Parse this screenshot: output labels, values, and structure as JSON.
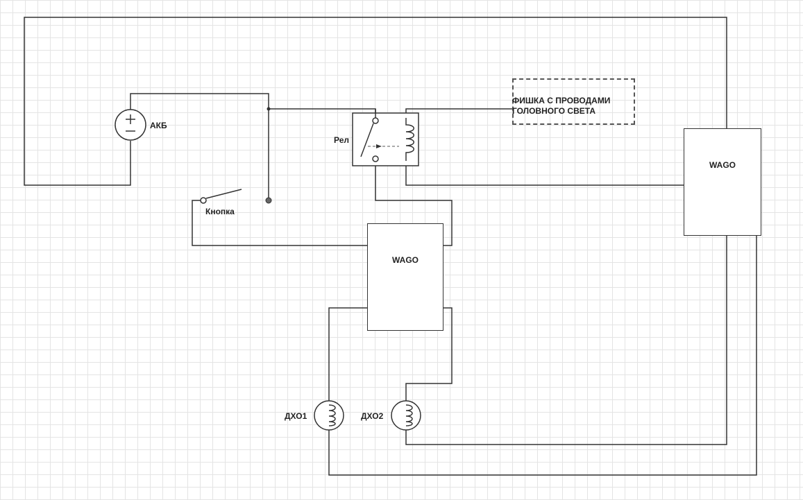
{
  "labels": {
    "battery": "АКБ",
    "button": "Кнопка",
    "relay": "Рел",
    "headlight_connector": "ФИШКА С ПРОВОДАМИ ГОЛОВНОГО СВЕТА",
    "wago_right": "WAGO",
    "wago_center": "WAGO",
    "drl1": "ДХО1",
    "drl2": "ДХО2"
  },
  "colors": {
    "wire": "#333333",
    "grid": "#e4e4e4",
    "dashed_border": "#555555"
  }
}
